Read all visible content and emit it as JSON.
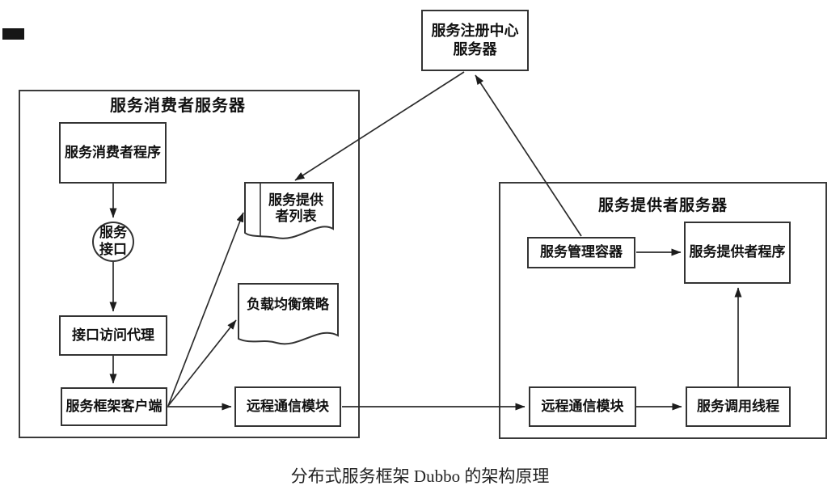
{
  "caption": "分布式服务框架 Dubbo 的架构原理",
  "registry": {
    "line1": "服务注册中心",
    "line2": "服务器"
  },
  "consumer_server": {
    "title": "服务消费者服务器",
    "consumer_program": "服务消费者程序",
    "service_interface_line1": "服务",
    "service_interface_line2": "接口",
    "proxy": "接口访问代理",
    "framework_client": "服务框架客户端",
    "provider_list_line1": "服务提供",
    "provider_list_line2": "者列表",
    "load_balance": "负载均衡策略",
    "comm_module": "远程通信模块"
  },
  "provider_server": {
    "title": "服务提供者服务器",
    "management_container": "服务管理容器",
    "provider_program": "服务提供者程序",
    "comm_module": "远程通信模块",
    "call_thread": "服务调用线程"
  },
  "colors": {
    "line": "#2b2b2b",
    "border": "#333333",
    "text": "#111111",
    "background": "#ffffff"
  }
}
